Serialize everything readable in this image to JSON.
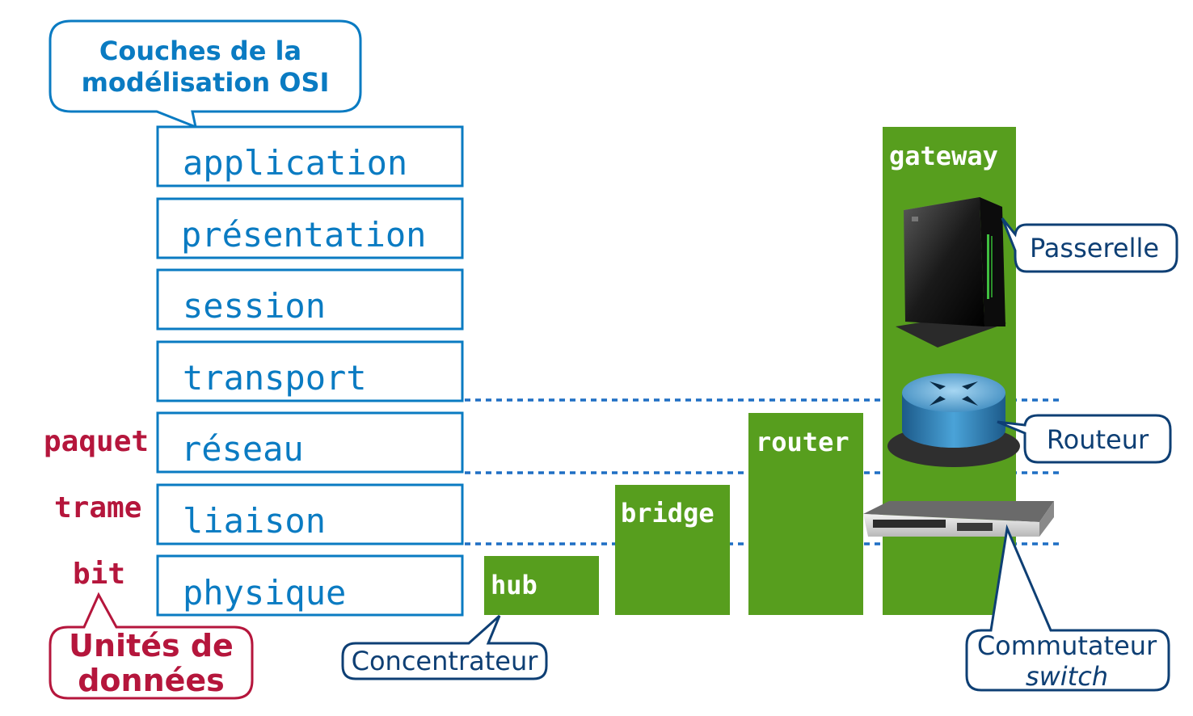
{
  "title": {
    "line1": "Couches de la",
    "line2": "modélisation OSI"
  },
  "layers": [
    {
      "label": "application"
    },
    {
      "label": "présentation"
    },
    {
      "label": "session"
    },
    {
      "label": "transport"
    },
    {
      "label": "réseau"
    },
    {
      "label": "liaison"
    },
    {
      "label": "physique"
    }
  ],
  "data_units": {
    "title_line1": "Unités de",
    "title_line2": "données",
    "paquet": "paquet",
    "trame": "trame",
    "bit": "bit"
  },
  "devices": {
    "hub": {
      "label": "hub",
      "top_layer": "physique"
    },
    "bridge": {
      "label": "bridge",
      "top_layer": "liaison"
    },
    "router": {
      "label": "router",
      "top_layer": "réseau"
    },
    "gateway": {
      "label": "gateway",
      "top_layer": "application"
    }
  },
  "callouts": {
    "concentrateur": "Concentrateur",
    "passerelle": "Passerelle",
    "routeur": "Routeur",
    "commutateur": "Commutateur",
    "switch": "switch"
  },
  "colors": {
    "layer": "#0a7bc2",
    "device": "#579e1e",
    "unit": "#b5163c",
    "callout": "#0e3f74"
  },
  "icons": [
    "server-icon",
    "router-icon",
    "network-switch-icon"
  ]
}
